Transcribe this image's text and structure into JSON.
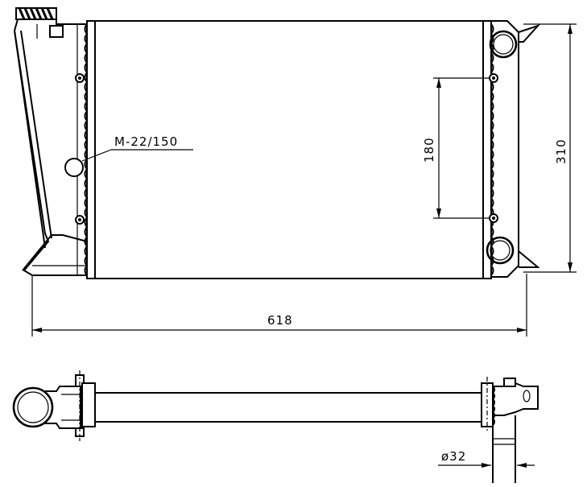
{
  "dimensions": {
    "width": "618",
    "height": "310",
    "bracket_spacing": "180",
    "pipe_diameter": "ø32"
  },
  "callouts": {
    "thread": "M-22/150"
  },
  "colors": {
    "line": "#000000",
    "background": "#ffffff"
  }
}
